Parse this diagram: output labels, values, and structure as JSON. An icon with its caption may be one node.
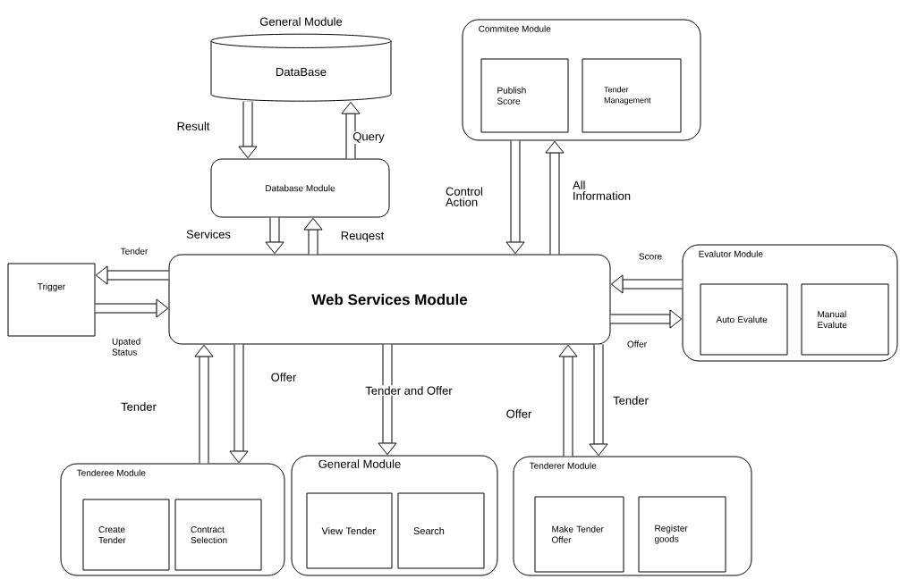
{
  "diagram": {
    "nodes": [
      {
        "text": [
          "General Module",
          "DataBase"
        ]
      },
      {
        "text": [
          "Database Module"
        ]
      },
      {
        "text": [
          "Commitee Module"
        ]
      },
      {
        "text": [
          "Publish Score"
        ],
        "in": 2
      },
      {
        "text": [
          "Tender Management"
        ],
        "in": 2
      },
      {
        "text": [
          "Trigger"
        ]
      },
      {
        "text": [
          "Web Services Module"
        ]
      },
      {
        "text": [
          "Evalutor Module"
        ]
      },
      {
        "text": [
          "Auto Evalute"
        ],
        "in": 7
      },
      {
        "text": [
          "Manual Evalute"
        ],
        "in": 7
      },
      {
        "text": [
          "Tenderee Module"
        ]
      },
      {
        "text": [
          "Create Tender"
        ],
        "in": 10
      },
      {
        "text": [
          "Contract Selection"
        ],
        "in": 10
      },
      {
        "text": [
          "General Module"
        ]
      },
      {
        "text": [
          "View Tender"
        ],
        "in": 13
      },
      {
        "text": [
          "Search"
        ],
        "in": 13
      },
      {
        "text": [
          "Tenderer Module"
        ]
      },
      {
        "text": [
          "Make Tender Offer"
        ],
        "in": 16
      },
      {
        "text": [
          "Register goods"
        ],
        "in": 16
      }
    ],
    "edges": [
      {
        "from": 0,
        "to": 1,
        "arrow": "to",
        "label": "Result"
      },
      {
        "from": 1,
        "to": 0,
        "arrow": "to",
        "label": "Query"
      },
      {
        "from": 1,
        "to": 6,
        "arrow": "to",
        "label": "Services"
      },
      {
        "from": 6,
        "to": 1,
        "arrow": "to",
        "label": "Reuqest"
      },
      {
        "from": 2,
        "to": 6,
        "arrow": "to",
        "label": "Control Action"
      },
      {
        "from": 6,
        "to": 2,
        "arrow": "to",
        "label": "All Information"
      },
      {
        "from": 6,
        "to": 5,
        "arrow": "to",
        "label": "Tender"
      },
      {
        "from": 5,
        "to": 6,
        "arrow": "to",
        "label": "Upated Status"
      },
      {
        "from": 7,
        "to": 6,
        "arrow": "to",
        "label": "Score"
      },
      {
        "from": 6,
        "to": 7,
        "arrow": "to",
        "label": "Offer"
      },
      {
        "from": 10,
        "to": 6,
        "arrow": "to",
        "label": "Tender"
      },
      {
        "from": 6,
        "to": 10,
        "arrow": "to",
        "label": "Offer"
      },
      {
        "from": 6,
        "to": 13,
        "arrow": "to",
        "label": "Tender and Offer"
      },
      {
        "from": 16,
        "to": 6,
        "arrow": "to",
        "label": "Offer"
      },
      {
        "from": 6,
        "to": 16,
        "arrow": "to",
        "label": "Tender"
      }
    ]
  }
}
